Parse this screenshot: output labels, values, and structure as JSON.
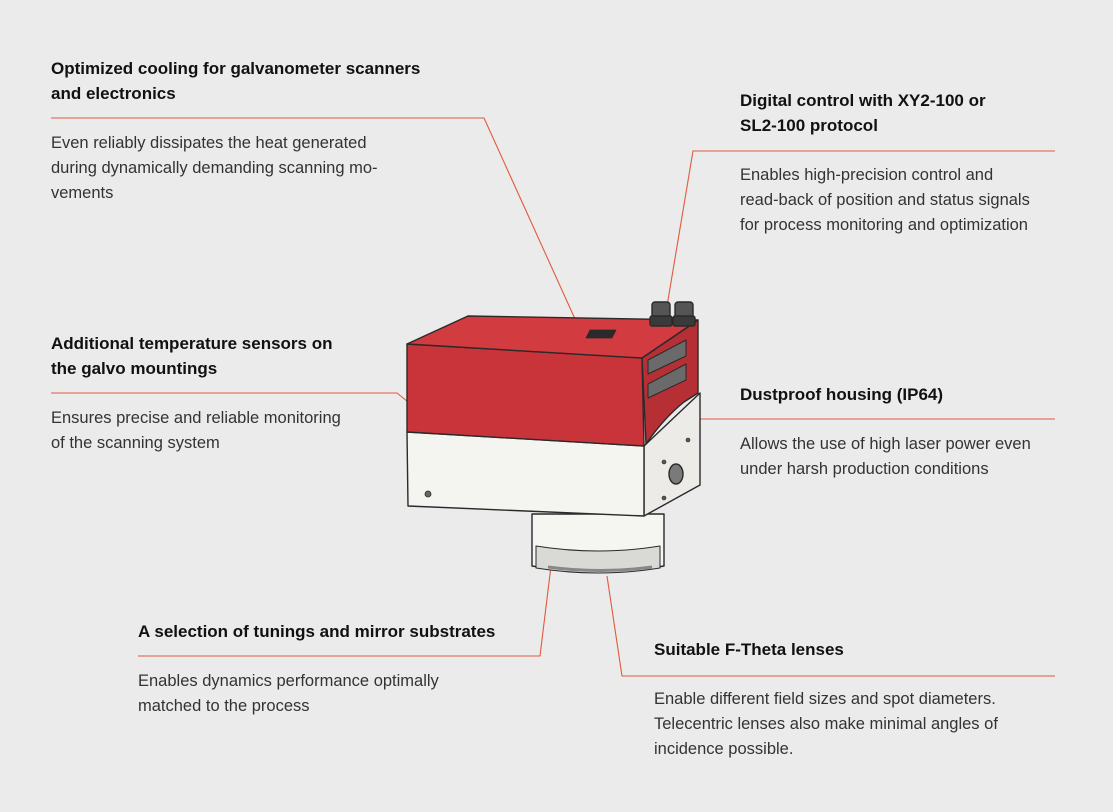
{
  "accent_color": "#e25a3c",
  "device": {
    "name": "galvanometer-scan-head",
    "top_color": "#c8343a",
    "body_color": "#f3f3f0"
  },
  "features": [
    {
      "id": "cooling",
      "title": "Optimized cooling for galvanometer scanners\nand electronics",
      "text": "Even reliably dissipates the heat generated\nduring dynamically demanding scanning mo-\nvements"
    },
    {
      "id": "digital-control",
      "title": "Digital control with XY2-100 or\nSL2-100 protocol",
      "text": "Enables high-precision control and\nread-back of position and status signals\nfor process monitoring and optimization"
    },
    {
      "id": "temperature-sensors",
      "title": "Additional temperature sensors on\nthe galvo mountings",
      "text": "Ensures precise and reliable monitoring\nof the scanning system"
    },
    {
      "id": "dustproof",
      "title": "Dustproof housing (IP64)",
      "text": "Allows the use of high laser power even\nunder harsh production conditions"
    },
    {
      "id": "tunings",
      "title": "A selection of tunings and mirror substrates",
      "text": "Enables dynamics performance optimally\nmatched to the process"
    },
    {
      "id": "f-theta",
      "title": "Suitable F-Theta lenses",
      "text": "Enable different field sizes and spot diameters.\nTelecentric lenses also make minimal angles of\nincidence possible."
    }
  ]
}
